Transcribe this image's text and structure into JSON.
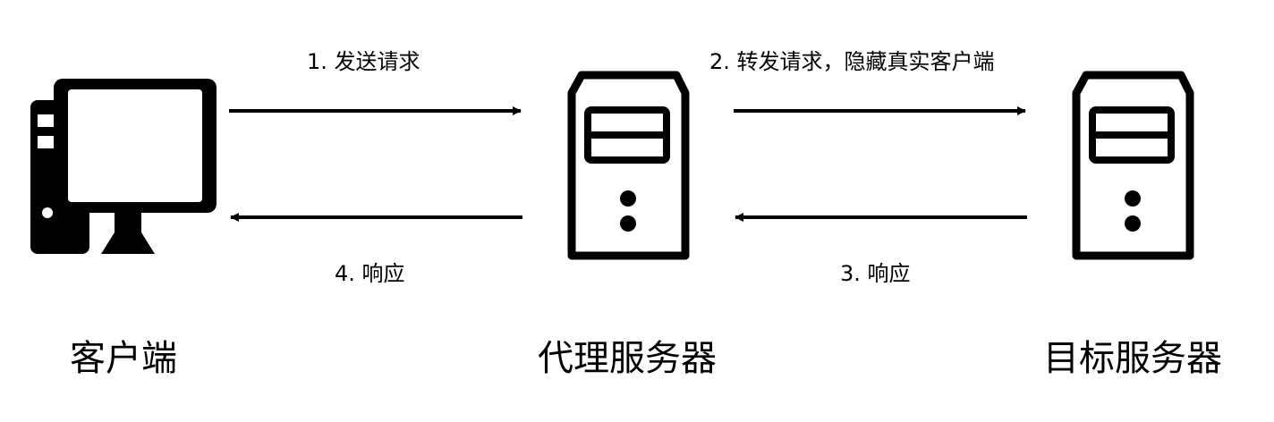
{
  "nodes": {
    "client": {
      "label": "客户端",
      "icon": "desktop-computer-icon"
    },
    "proxy": {
      "label": "代理服务器",
      "icon": "server-tower-icon"
    },
    "target": {
      "label": "目标服务器",
      "icon": "server-tower-icon"
    }
  },
  "steps": {
    "step1": "1. 发送请求",
    "step2": "2. 转发请求，隐藏真实客户端",
    "step3": "3. 响应",
    "step4": "4. 响应"
  },
  "colors": {
    "ink": "#000000",
    "background": "#ffffff"
  }
}
